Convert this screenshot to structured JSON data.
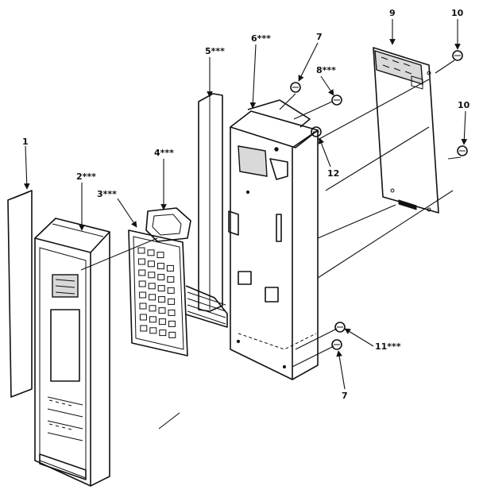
{
  "callouts": {
    "c1": "1",
    "c2": "2***",
    "c3": "3***",
    "c4": "4***",
    "c5": "5***",
    "c6": "6***",
    "c7a": "7",
    "c8": "8***",
    "c9": "9",
    "c10a": "10",
    "c10b": "10",
    "c11": "11***",
    "c12": "12",
    "c7b": "7"
  }
}
